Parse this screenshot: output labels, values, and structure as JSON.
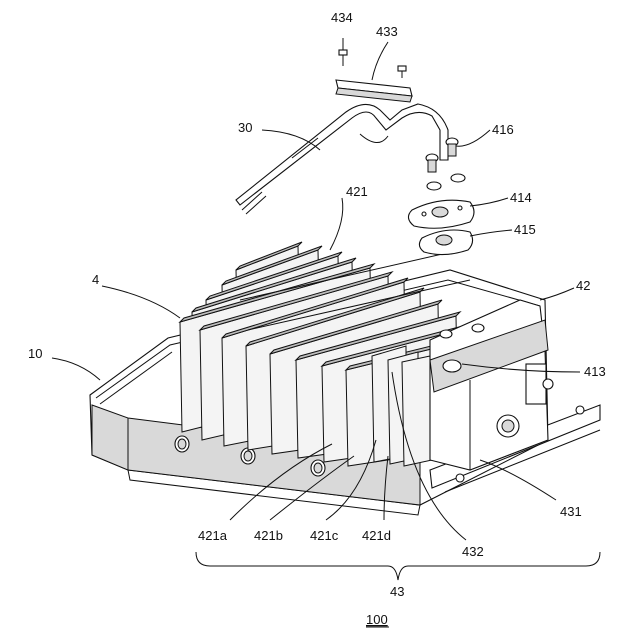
{
  "figure": {
    "number": "100"
  },
  "labels": {
    "l434": "434",
    "l433": "433",
    "l30": "30",
    "l416": "416",
    "l421": "421",
    "l414": "414",
    "l415": "415",
    "l4": "4",
    "l42": "42",
    "l10": "10",
    "l413": "413",
    "l431": "431",
    "l421a": "421a",
    "l421b": "421b",
    "l421c": "421c",
    "l421d": "421d",
    "l432": "432",
    "l43": "43"
  }
}
